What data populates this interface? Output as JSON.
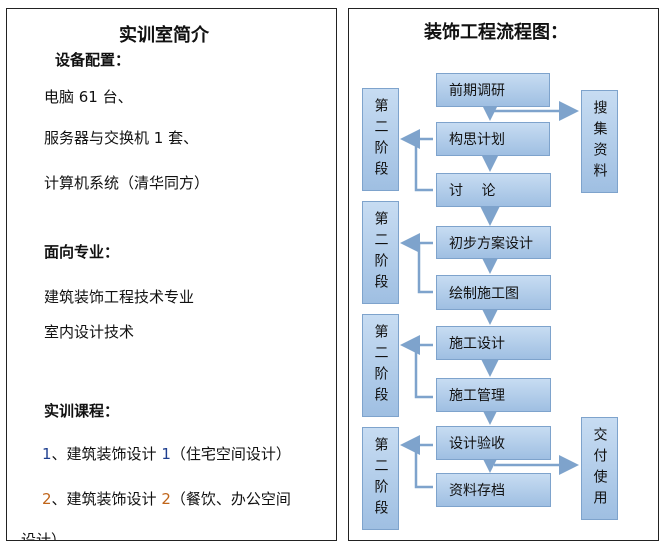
{
  "left": {
    "title": "实训室简介",
    "equipment_heading": "设备配置：",
    "equipment": [
      "电脑 61 台、",
      "服务器与交换机 1 套、",
      "计算机系统（清华同方）"
    ],
    "majors_heading": "面向专业：",
    "majors": [
      "建筑装饰工程技术专业",
      "室内设计技术"
    ],
    "courses_heading": "实训课程：",
    "courses": [
      {
        "num": "1",
        "text": "、建筑装饰设计 ",
        "num2": "1",
        "rest": "（住宅空间设计）"
      },
      {
        "num": "2",
        "text": "、建筑装饰设计 ",
        "num2": "2",
        "rest": "（餐饮、办公空间"
      }
    ],
    "course_cont": "设计）"
  },
  "right": {
    "title": "装饰工程流程图：",
    "steps": [
      "前期调研",
      "构思计划",
      "讨　 论",
      "初步方案设计",
      "绘制施工图",
      "施工设计",
      "施工管理",
      "设计验收",
      "资料存档"
    ],
    "stages": [
      "第二阶段",
      "第二阶段",
      "第二阶段",
      "第二阶段"
    ],
    "side_boxes": [
      "搜集资料",
      "交付使用"
    ]
  },
  "colors": {
    "box_top": "#c7dcf2",
    "box_bottom": "#9fbfe2",
    "connector": "#7ea3cc"
  }
}
